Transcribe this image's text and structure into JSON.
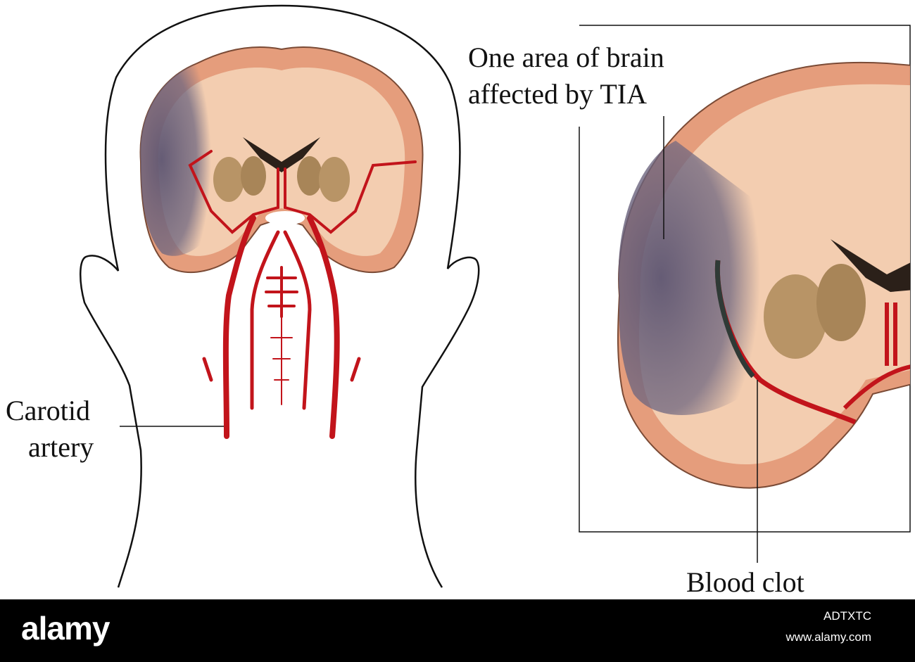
{
  "labels": {
    "carotid_line1": "Carotid",
    "carotid_line2": "artery",
    "affected_line1": "One area of brain",
    "affected_line2": "affected by TIA",
    "clot": "Blood clot"
  },
  "footer": {
    "brand": "alamy",
    "image_id": "ADTXTC",
    "url": "www.alamy.com"
  },
  "colors": {
    "brain_tissue": "#f3cdb0",
    "cortex": "#e59d7c",
    "affected_region": "#6e6680",
    "artery": "#c2141b",
    "ventricle": "#2b2019",
    "basal_ganglia": "#b89466"
  }
}
